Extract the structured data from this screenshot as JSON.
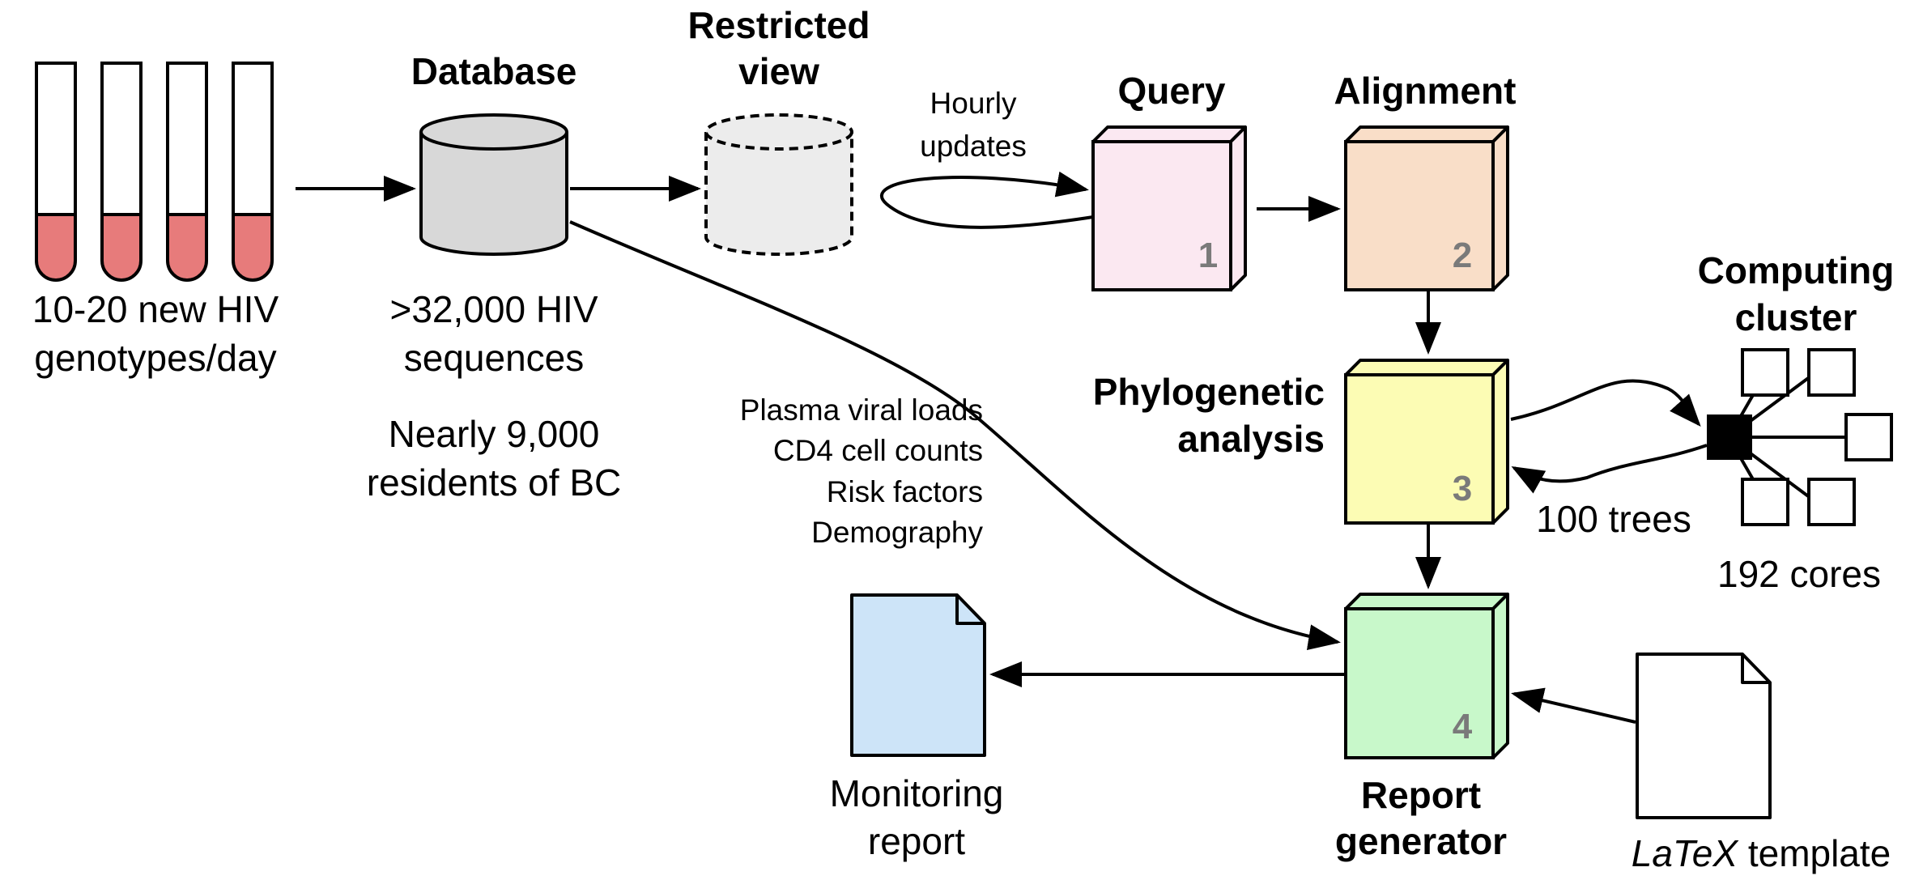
{
  "sources": {
    "tubes_label_line1": "10-20 new HIV",
    "tubes_label_line2": "genotypes/day"
  },
  "database": {
    "title": "Database",
    "line1": ">32,000 HIV",
    "line2": "sequences",
    "line3": "Nearly 9,000",
    "line4": "residents of BC"
  },
  "restricted_view": {
    "title_line1": "Restricted",
    "title_line2": "view"
  },
  "hourly_updates": {
    "line1": "Hourly",
    "line2": "updates"
  },
  "steps": [
    {
      "title": "Query",
      "number": "1",
      "color": "#fbe8f1"
    },
    {
      "title": "Alignment",
      "number": "2",
      "color": "#f9dec8"
    },
    {
      "title_line1": "Phylogenetic",
      "title_line2": "analysis",
      "number": "3",
      "color": "#fcfcb4"
    },
    {
      "title_line1": "Report",
      "title_line2": "generator",
      "number": "4",
      "color": "#c8f8ca"
    }
  ],
  "cluster": {
    "title_line1": "Computing",
    "title_line2": "cluster",
    "cores": "192 cores",
    "trees": "100 trees"
  },
  "clinical_data": [
    "Plasma viral loads",
    "CD4 cell counts",
    "Risk factors",
    "Demography"
  ],
  "monitoring_report": {
    "line1": "Monitoring",
    "line2": "report",
    "color": "#cde4f8"
  },
  "template": {
    "italic_part": "LaTeX",
    "rest": " template"
  },
  "colors": {
    "tube_fill": "#e77b7b",
    "database_fill": "#d8d8d8",
    "restricted_fill": "#ececec"
  }
}
